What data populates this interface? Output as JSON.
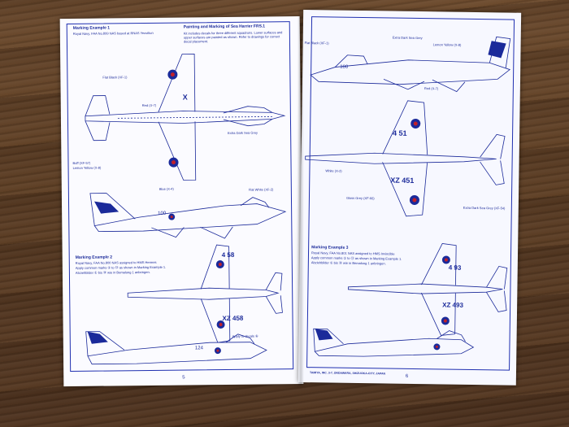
{
  "left_page": {
    "section_1": {
      "title": "Marking Example 1",
      "subtitle": "Royal Navy, FAA No.899 NAS based at RNAS Yeovilton"
    },
    "section_2": {
      "title": "Marking Example 2",
      "line_1": "Royal Navy, FAA No.800 NAS assigned to HMS Hermes",
      "line_2": "Apply common marks ① to ⑬ as shown in Marking Example 1.",
      "line_3": "Abziehbilder ① bis ⑬ wie in Bemalung 1 anbringen."
    },
    "center_notes": {
      "title": "Painting and Marking of Sea Harrier FRS.1",
      "body": "Kit includes decals for three different squadrons. Lower surfaces and upper surfaces are painted as shown. Refer to drawings for correct decal placement."
    },
    "callouts": [
      "Flat Black (XF-1)",
      "Red (X-7)",
      "Extra Dark Sea Grey",
      "Buff (XF-57)",
      "Lemon Yellow (X-8)",
      "Blue (X-4)",
      "Flat White (XF-2)",
      "Apply to decals ⑥"
    ],
    "aircraft_codes": {
      "top_view_1": "X",
      "side_view_1": "100",
      "top_view_2": "4 58",
      "top_view_2_mirror": "XZ 458",
      "side_view_2": "124"
    },
    "page_number": "5"
  },
  "right_page": {
    "callouts": [
      "Flat Black (XF-1)",
      "Extra Dark Sea Grey",
      "Lemon Yellow (X-8)",
      "Red (X-7)",
      "White (X-2)",
      "Gloss Grey (XF-66)",
      "Extra Dark Sea Grey (XF-54)"
    ],
    "aircraft_codes": {
      "side_view_1": "100",
      "top_view_1": "4 51",
      "top_view_1_mirror": "XZ 451",
      "top_view_2": "4 93",
      "top_view_2_mirror": "XZ 493"
    },
    "section_3": {
      "title": "Marking Example 3",
      "line_1": "Royal Navy, FAA No.801 NAS assigned to HMS Invincible",
      "line_2": "Apply common marks ① to ⑬ as shown in Marking Example 1.",
      "line_3": "Abziehbilder ① bis ⑬ wie in Bemalung 1 anbringen."
    },
    "footer": "TAMIYA, INC. 3-7, ONDAWARA, SHIZUOKA-CITY, JAPAN",
    "page_number": "6"
  },
  "colors": {
    "ink": "#1b2a9a",
    "paper": "#fbfbff",
    "roundel_blue": "#1b2a9a",
    "roundel_red": "#c0202a"
  }
}
